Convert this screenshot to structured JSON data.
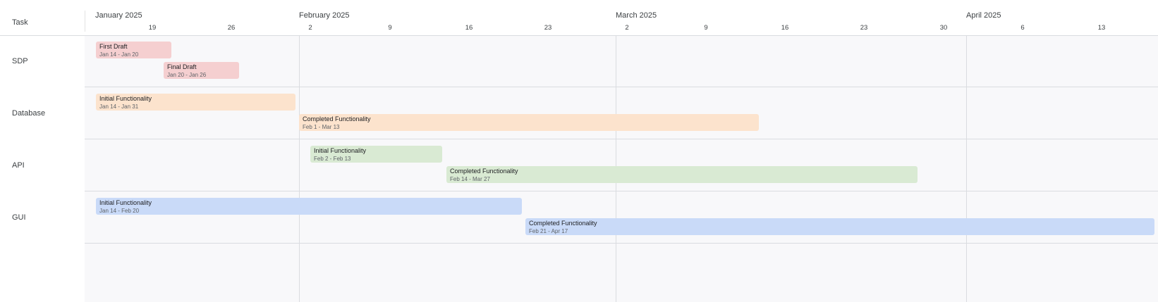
{
  "header": {
    "task_column_label": "Task"
  },
  "chart_data": {
    "type": "gantt",
    "year": 2025,
    "x_start": "2025-01-13",
    "x_end": "2025-04-18",
    "months": [
      {
        "label": "January 2025",
        "date": "2025-01-13"
      },
      {
        "label": "February 2025",
        "date": "2025-02-01"
      },
      {
        "label": "March 2025",
        "date": "2025-03-01"
      },
      {
        "label": "April 2025",
        "date": "2025-04-01"
      }
    ],
    "ticks": [
      {
        "label": "19",
        "date": "2025-01-19"
      },
      {
        "label": "26",
        "date": "2025-01-26"
      },
      {
        "label": "2",
        "date": "2025-02-02"
      },
      {
        "label": "9",
        "date": "2025-02-09"
      },
      {
        "label": "16",
        "date": "2025-02-16"
      },
      {
        "label": "23",
        "date": "2025-02-23"
      },
      {
        "label": "2",
        "date": "2025-03-02"
      },
      {
        "label": "9",
        "date": "2025-03-09"
      },
      {
        "label": "16",
        "date": "2025-03-16"
      },
      {
        "label": "23",
        "date": "2025-03-23"
      },
      {
        "label": "30",
        "date": "2025-03-30"
      },
      {
        "label": "6",
        "date": "2025-04-06"
      },
      {
        "label": "13",
        "date": "2025-04-13"
      }
    ],
    "rows": [
      {
        "label": "SDP",
        "color": "#f5cfd0",
        "tasks": [
          {
            "name": "First Draft",
            "dates": "Jan 14 - Jan 20",
            "start": "2025-01-14",
            "end": "2025-01-20"
          },
          {
            "name": "Final Draft",
            "dates": "Jan 20 - Jan 26",
            "start": "2025-01-20",
            "end": "2025-01-26"
          }
        ]
      },
      {
        "label": "Database",
        "color": "#fce3cd",
        "tasks": [
          {
            "name": "Initial Functionality",
            "dates": "Jan 14 - Jan 31",
            "start": "2025-01-14",
            "end": "2025-01-31"
          },
          {
            "name": "Completed Functionality",
            "dates": "Feb 1 - Mar 13",
            "start": "2025-02-01",
            "end": "2025-03-13"
          }
        ]
      },
      {
        "label": "API",
        "color": "#d9ead3",
        "tasks": [
          {
            "name": "Initial Functionality",
            "dates": "Feb 2 - Feb 13",
            "start": "2025-02-02",
            "end": "2025-02-13"
          },
          {
            "name": "Completed Functionality",
            "dates": "Feb 14 - Mar 27",
            "start": "2025-02-14",
            "end": "2025-03-27"
          }
        ]
      },
      {
        "label": "GUI",
        "color": "#c9daf8",
        "tasks": [
          {
            "name": "Initial Functionality",
            "dates": "Jan 14 - Feb 20",
            "start": "2025-01-14",
            "end": "2025-02-20"
          },
          {
            "name": "Completed Functionality",
            "dates": "Feb 21 - Apr 17",
            "start": "2025-02-21",
            "end": "2025-04-17"
          }
        ]
      }
    ]
  }
}
